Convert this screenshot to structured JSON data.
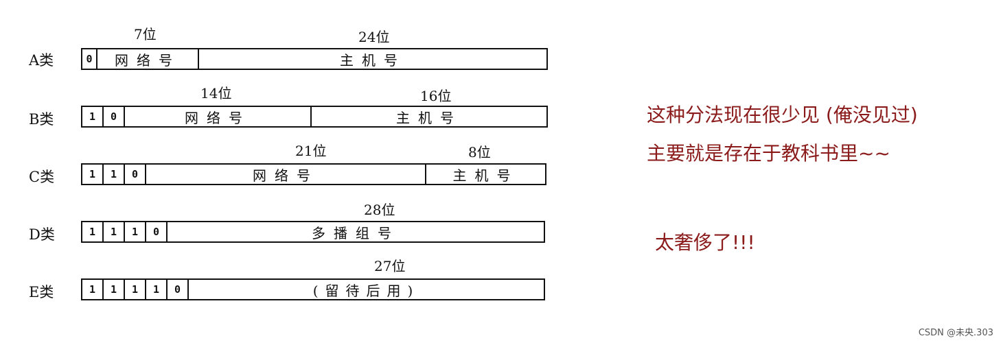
{
  "classes": [
    {
      "label": "A类",
      "prefix_bits": [
        "0"
      ],
      "fields": [
        {
          "text": "网络号",
          "bits_label": "7位"
        },
        {
          "text": "主机号",
          "bits_label": "24位"
        }
      ]
    },
    {
      "label": "B类",
      "prefix_bits": [
        "1",
        "0"
      ],
      "fields": [
        {
          "text": "网络号",
          "bits_label": "14位"
        },
        {
          "text": "主机号",
          "bits_label": "16位"
        }
      ]
    },
    {
      "label": "C类",
      "prefix_bits": [
        "1",
        "1",
        "0"
      ],
      "fields": [
        {
          "text": "网络号",
          "bits_label": "21位"
        },
        {
          "text": "主机号",
          "bits_label": "8位"
        }
      ]
    },
    {
      "label": "D类",
      "prefix_bits": [
        "1",
        "1",
        "1",
        "0"
      ],
      "fields": [
        {
          "text": "多播组号",
          "bits_label": "28位"
        }
      ]
    },
    {
      "label": "E类",
      "prefix_bits": [
        "1",
        "1",
        "1",
        "1",
        "0"
      ],
      "fields": [
        {
          "text": "(留待后用)",
          "bits_label": "27位"
        }
      ]
    }
  ],
  "notes": {
    "line1": "这种分法现在很少见 (俺没见过)",
    "line2": "主要就是存在于教科书里~~",
    "line3": "太奢侈了!!!",
    "color": "#8b1a1a"
  },
  "watermark": "CSDN @未央.303"
}
